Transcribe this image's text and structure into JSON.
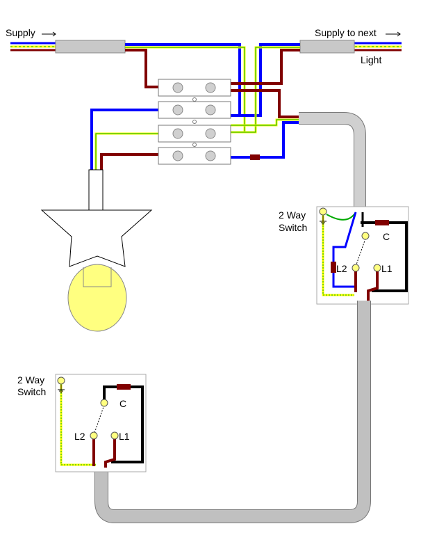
{
  "labels": {
    "supply": "Supply",
    "supply_next": "Supply to next",
    "light": "Light",
    "switch1_line1": "2 Way",
    "switch1_line2": "Switch",
    "switch2_line1": "2 Way",
    "switch2_line2": "Switch",
    "c": "C",
    "l1": "L1",
    "l2": "L2"
  },
  "colors": {
    "live": "#800000",
    "neutral": "#0000ff",
    "earth_green": "#00aa00",
    "earth_yellow": "#ffff00",
    "switch_wire": "#000000",
    "cable": "#c0c0c0",
    "bulb": "#ffff80",
    "terminal": "#d0d0d0"
  },
  "icons": [
    "arrow-right-icon",
    "earth-icon"
  ]
}
